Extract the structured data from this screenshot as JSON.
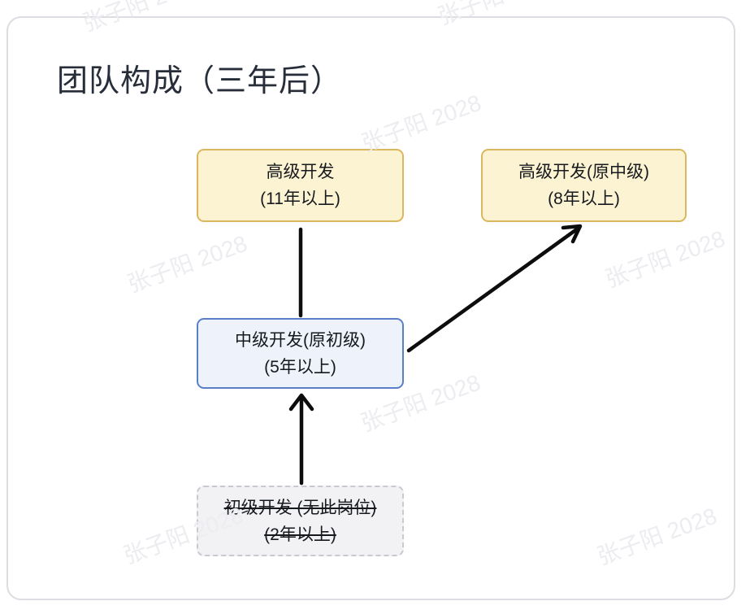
{
  "title": "团队构成（三年后）",
  "nodes": {
    "senior": {
      "line1": "高级开发",
      "line2": "(11年以上)"
    },
    "senior_from_mid": {
      "line1": "高级开发(原中级)",
      "line2": "(8年以上)"
    },
    "mid_from_junior": {
      "line1": "中级开发(原初级)",
      "line2": "(5年以上)"
    },
    "junior": {
      "line1": "初级开发 (无此岗位)",
      "line2": "(2年以上)"
    }
  },
  "watermark": {
    "text": "张子阳 2028"
  },
  "colors": {
    "senior_fill": "#fcf3d2",
    "senior_border": "#dcb75e",
    "mid_fill": "#edf2fb",
    "mid_border": "#5a7fc8",
    "junior_fill": "#f2f2f4",
    "junior_border": "#c9c9cf",
    "connector": "#0d0d0d",
    "watermark_text": "#ececf1",
    "title_text": "#272e3a",
    "node_text": "#16191e",
    "card_border": "#dcdce2"
  }
}
